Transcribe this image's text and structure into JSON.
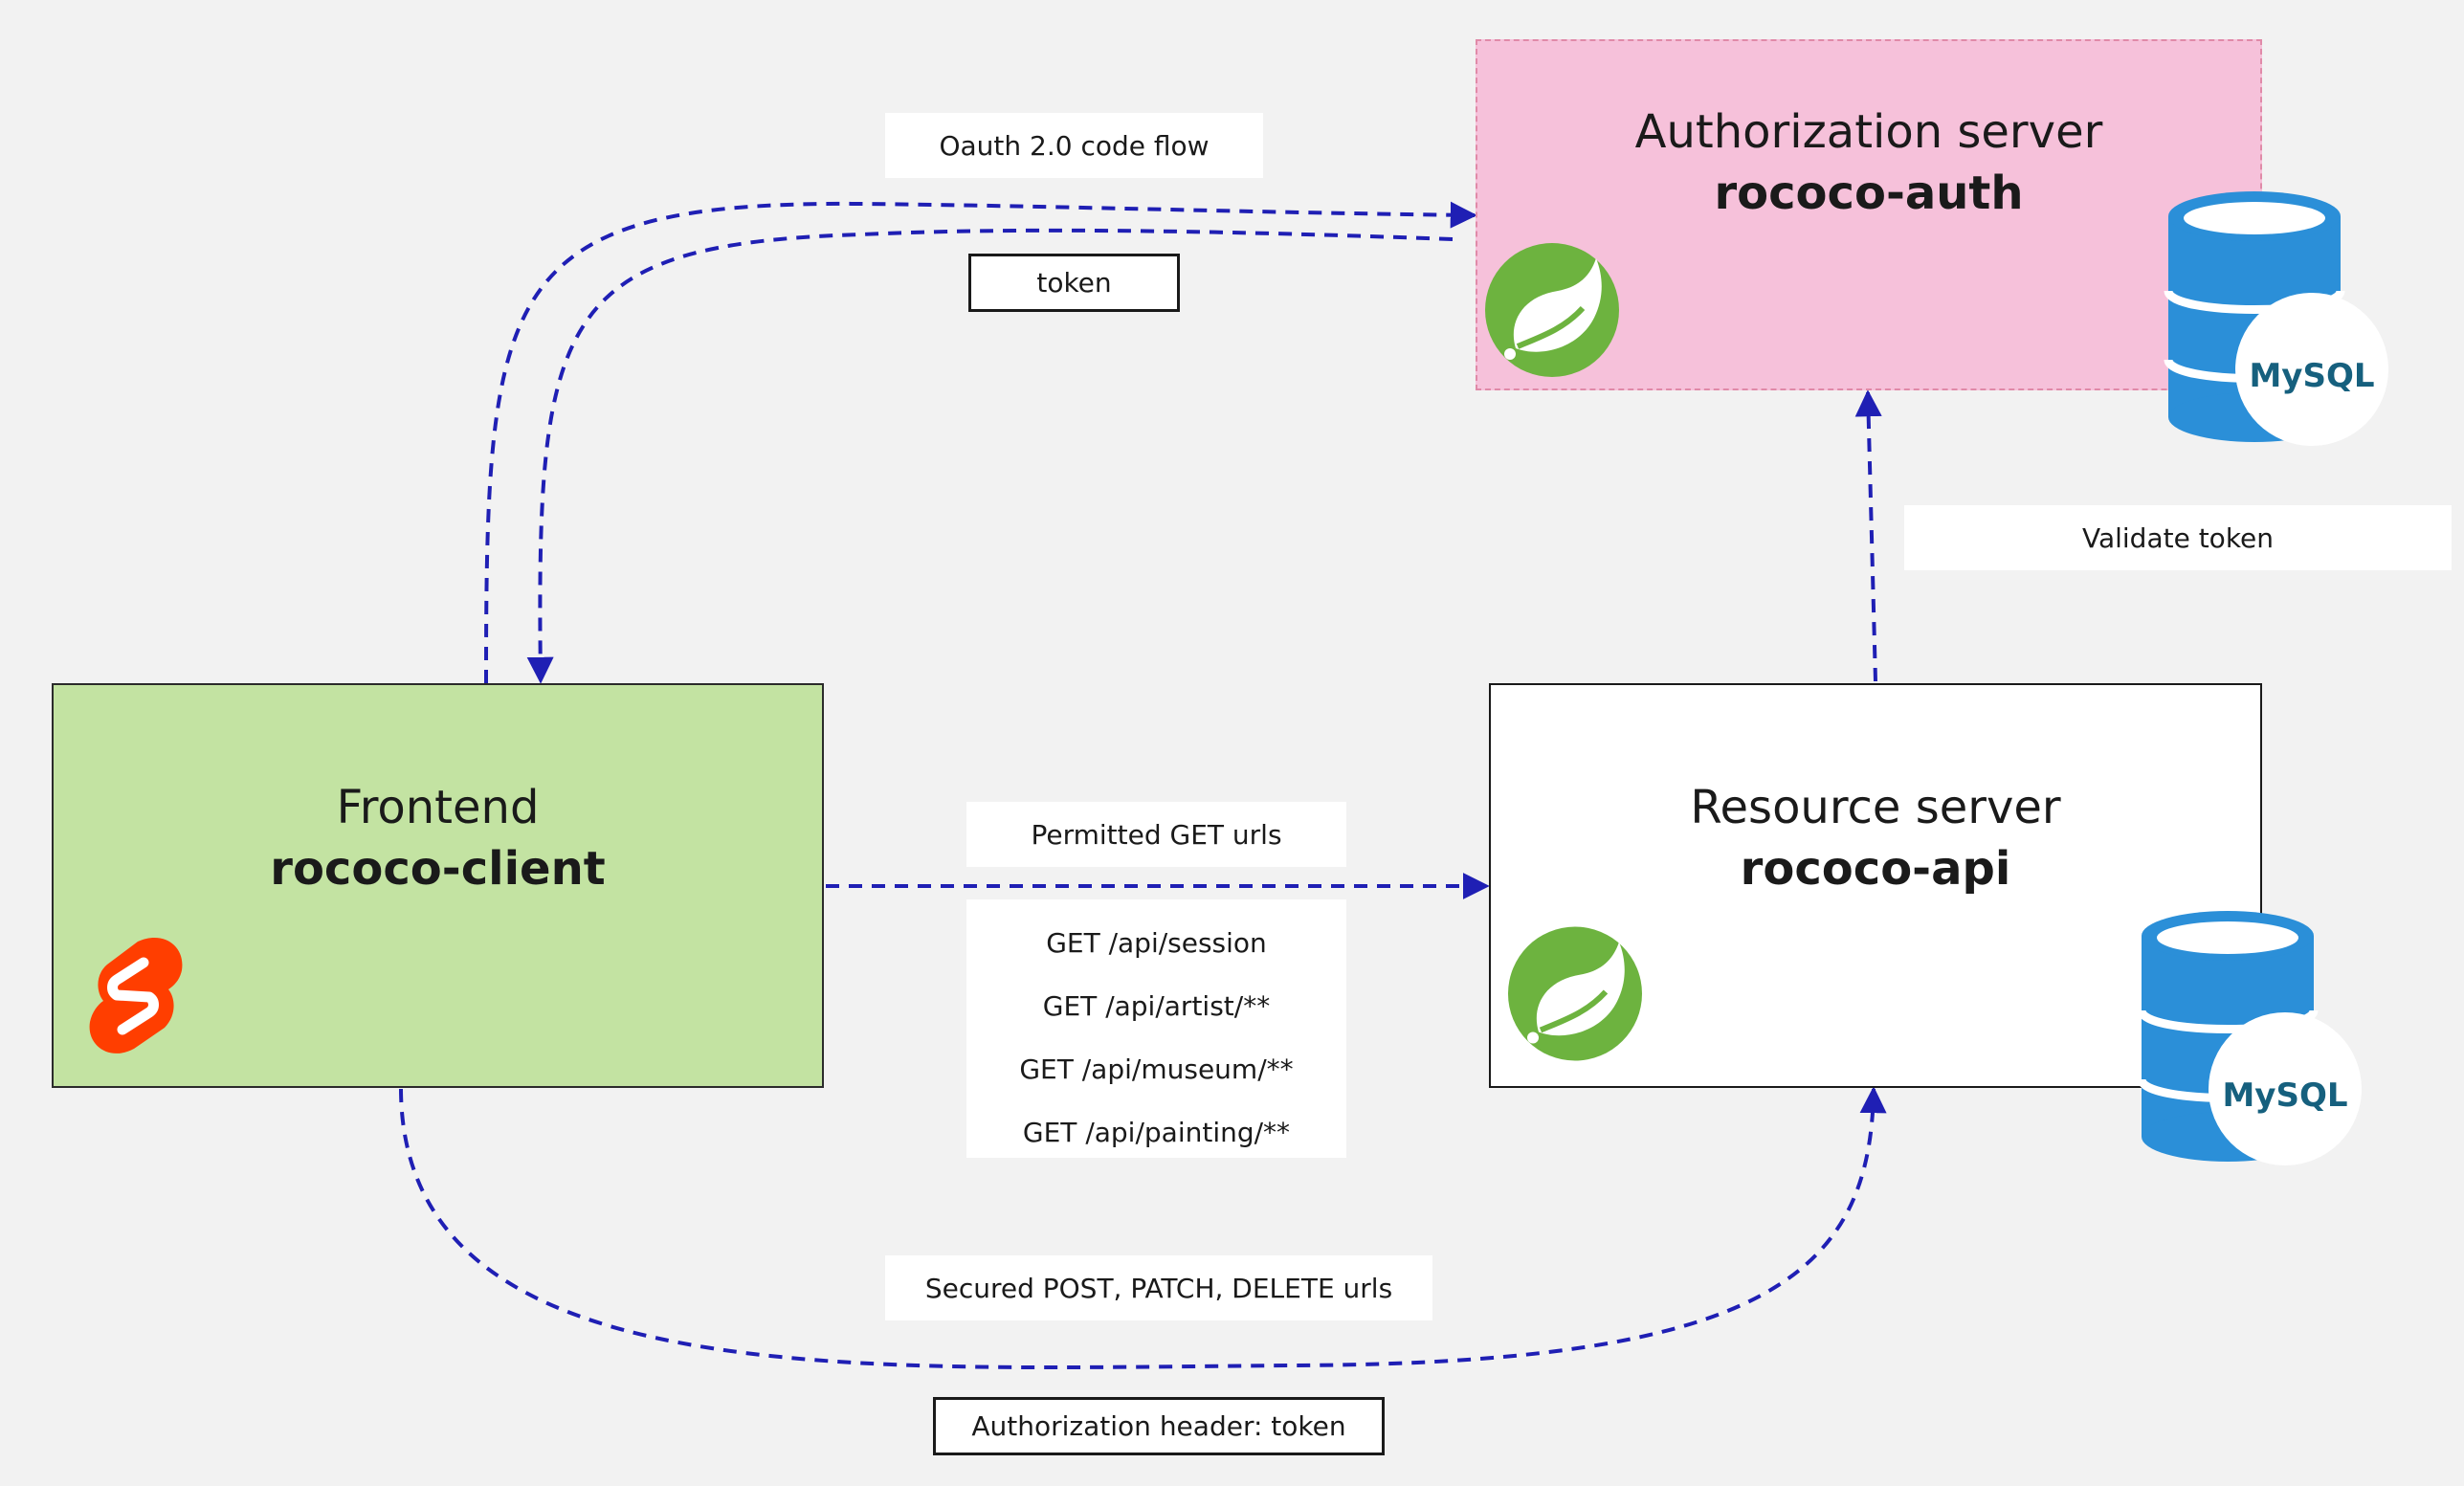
{
  "nodes": {
    "auth": {
      "title": "Authorization server",
      "name": "rococo-auth"
    },
    "client": {
      "title": "Frontend",
      "name": "rococo-client"
    },
    "api": {
      "title": "Resource server",
      "name": "rococo-api"
    }
  },
  "labels": {
    "oauth_flow": "Oauth 2.0 code flow",
    "token": "token",
    "validate_token": "Validate token",
    "permitted_get": "Permitted GET urls",
    "secured_urls": "Secured POST, PATCH, DELETE urls",
    "auth_header": "Authorization header: token"
  },
  "get_urls": [
    "GET /api/session",
    "GET /api/artist/**",
    "GET /api/museum/**",
    "GET /api/painting/**"
  ],
  "icons": {
    "auth_logo": "spring-icon",
    "api_logo": "spring-icon",
    "client_logo": "svelte-icon",
    "auth_db": "mysql-database-icon",
    "api_db": "mysql-database-icon",
    "mysql_text": "MySQL"
  },
  "colors": {
    "arrow": "#1f1fb4",
    "auth_fill": "#f6c1da",
    "client_fill": "#c3e3a2",
    "api_fill": "#ffffff",
    "spring_green": "#6db33f",
    "svelte_orange": "#ff3e00",
    "db_blue": "#2b8fd8"
  }
}
